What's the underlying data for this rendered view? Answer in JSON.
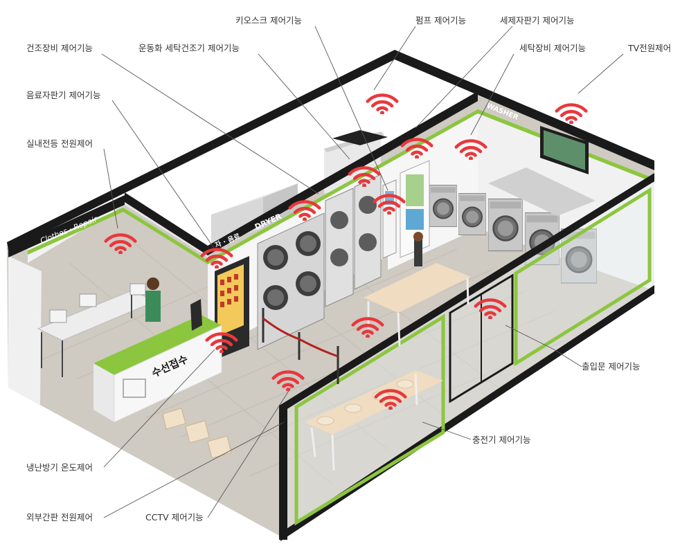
{
  "callouts": {
    "kiosk": "키오스크 제어기능",
    "pump": "펌프 제어기능",
    "detergent_vending": "세제자판기 제어기능",
    "dryer_equipment": "건조장비 제어기능",
    "sneaker_wash_dry": "운동화 세탁건조기 제어기능",
    "laundry_equipment": "세탁장비 제어기능",
    "tv_power": "TV전원제어",
    "beverage_vending": "음료자판기 제어기능",
    "indoor_light_power": "실내전등 전원제어",
    "entrance_door": "출입문 제어기능",
    "charger": "충전기 제어기능",
    "hvac_temperature": "냉난방기 온도제어",
    "exterior_sign_power": "외부간판 전원제어",
    "cctv": "CCTV 제어기능"
  },
  "signs": {
    "clothes_repair": "Clothes · Repair",
    "dryer": "DRYER",
    "beverage": "자 · 음료",
    "washer": "WASHER",
    "reception_counter": "수선접수"
  },
  "colors": {
    "accent_green": "#8cc63f",
    "wifi_red": "#e8383d",
    "wall_dark": "#1a1a1a",
    "floor": "#cfcac2"
  },
  "icons": {
    "wifi": "wifi-signal-icon"
  }
}
